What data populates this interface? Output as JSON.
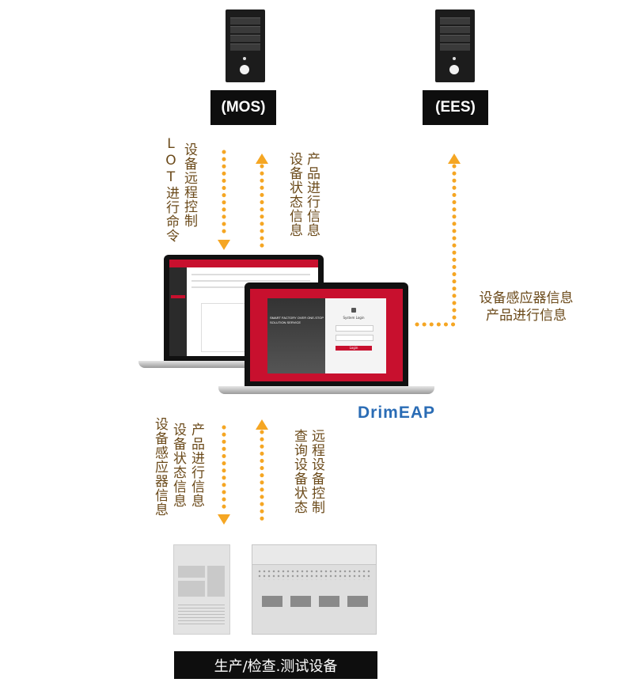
{
  "servers": {
    "mos": {
      "label": "(MOS)"
    },
    "ees": {
      "label": "(EES)"
    }
  },
  "flows": {
    "mos_down": "设备远程控制",
    "mos_down_lot": "LOT进行命令",
    "mos_up": "产品进行信息",
    "mos_up_status": "设备状态信息",
    "ees_right_line1": "设备感应器信息",
    "ees_right_line2": "产品进行信息",
    "equip_down_col1": "产品进行信息",
    "equip_down_col2": "设备状态信息",
    "equip_down_col3": "设备感应器信息",
    "equip_up_col1": "远程设备控制",
    "equip_up_col2": "查询设备状态"
  },
  "laptop": {
    "brand": "DrimEAP",
    "login_title": "System Login",
    "slogan": "SMART FACTORY OVER ONE-STOP SOLUTION SERVICE",
    "login_button": "Login"
  },
  "equipment": {
    "label": "生产/检查.测试设备"
  },
  "colors": {
    "arrow": "#f5a623",
    "text": "#6b4a1a",
    "brand": "#2a6cb5",
    "red": "#c8102e"
  }
}
